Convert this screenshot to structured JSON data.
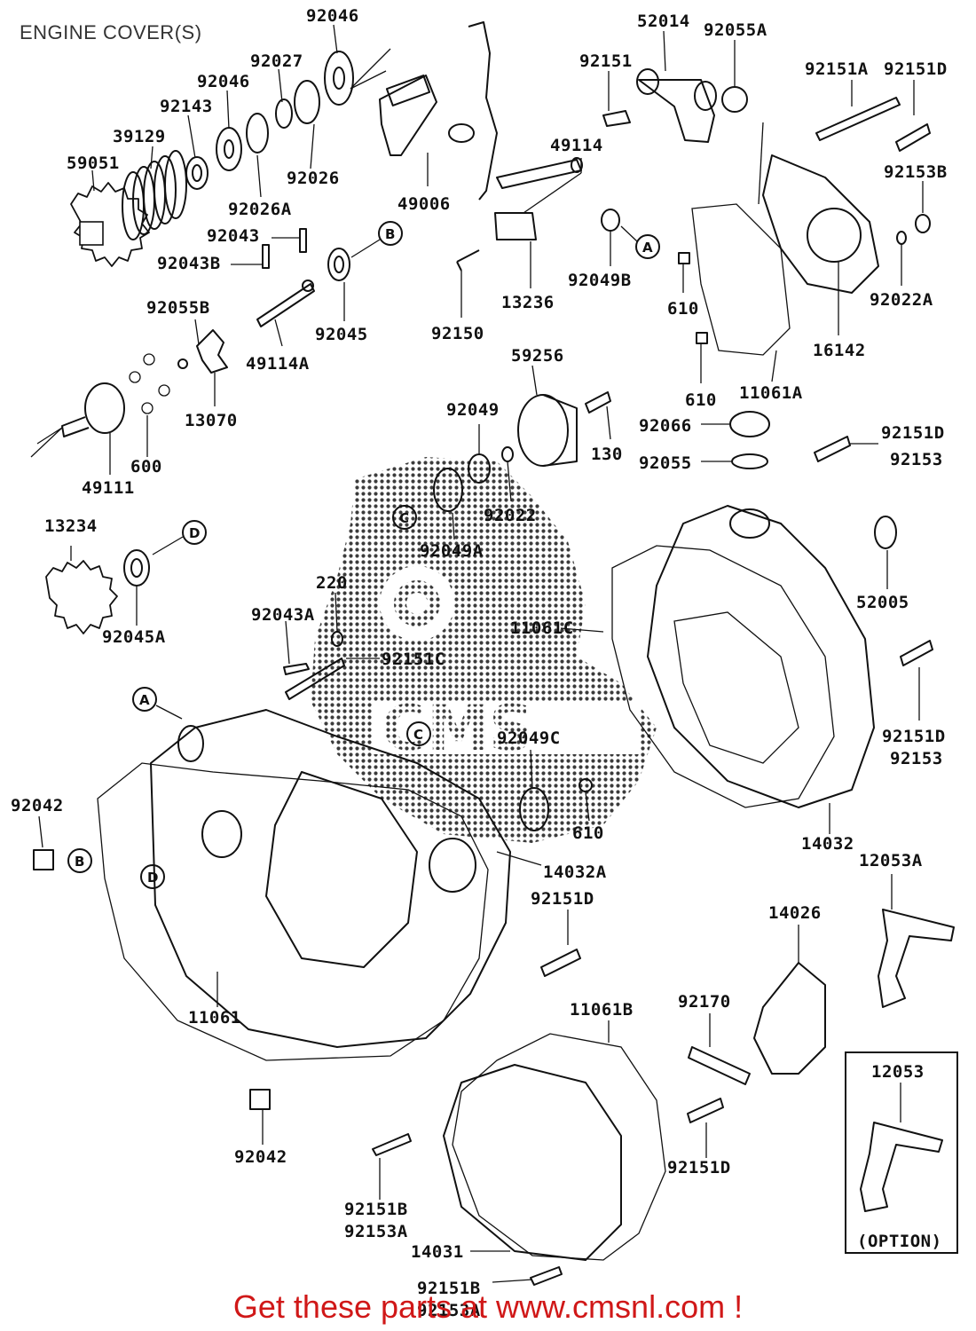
{
  "page": {
    "title": "ENGINE COVER(S)",
    "promo": "Get these parts at www.cmsnl.com !",
    "watermark_text": "CMS",
    "option_box_label": "(OPTION)",
    "option_box_part": "12053"
  },
  "part_labels": [
    "92046",
    "92027",
    "92046",
    "92143",
    "39129",
    "59051",
    "92026",
    "92026A",
    "92043",
    "92043B",
    "92055B",
    "49114A",
    "92045",
    "13070",
    "600",
    "49111",
    "49006",
    "52014",
    "92055A",
    "92151",
    "49114",
    "92151A",
    "92151D",
    "92153B",
    "92049B",
    "13236",
    "92150",
    "610",
    "92022A",
    "16142",
    "610",
    "11061A",
    "59256",
    "92049",
    "130",
    "92066",
    "92151D",
    "92153",
    "92055",
    "92022",
    "92049A",
    "13234",
    "92045A",
    "220",
    "92043A",
    "92151C",
    "11061C",
    "52005",
    "92049C",
    "92151D",
    "92153",
    "92042",
    "610",
    "14032",
    "14032A",
    "12053A",
    "92151D",
    "14026",
    "11061",
    "92170",
    "11061B",
    "92042",
    "92151D",
    "92151B",
    "92153A",
    "14031",
    "92151B",
    "92153A"
  ],
  "reference_markers": [
    "A",
    "A",
    "B",
    "B",
    "C",
    "C",
    "D",
    "D"
  ],
  "icons": {
    "exploded_parts": "engine-cover-exploded-diagram",
    "watermark": "cms-logo-watermark"
  },
  "colors": {
    "line": "#111111",
    "title": "#333333",
    "promo": "#d01818",
    "watermark_dots": "#1a1a1a"
  }
}
